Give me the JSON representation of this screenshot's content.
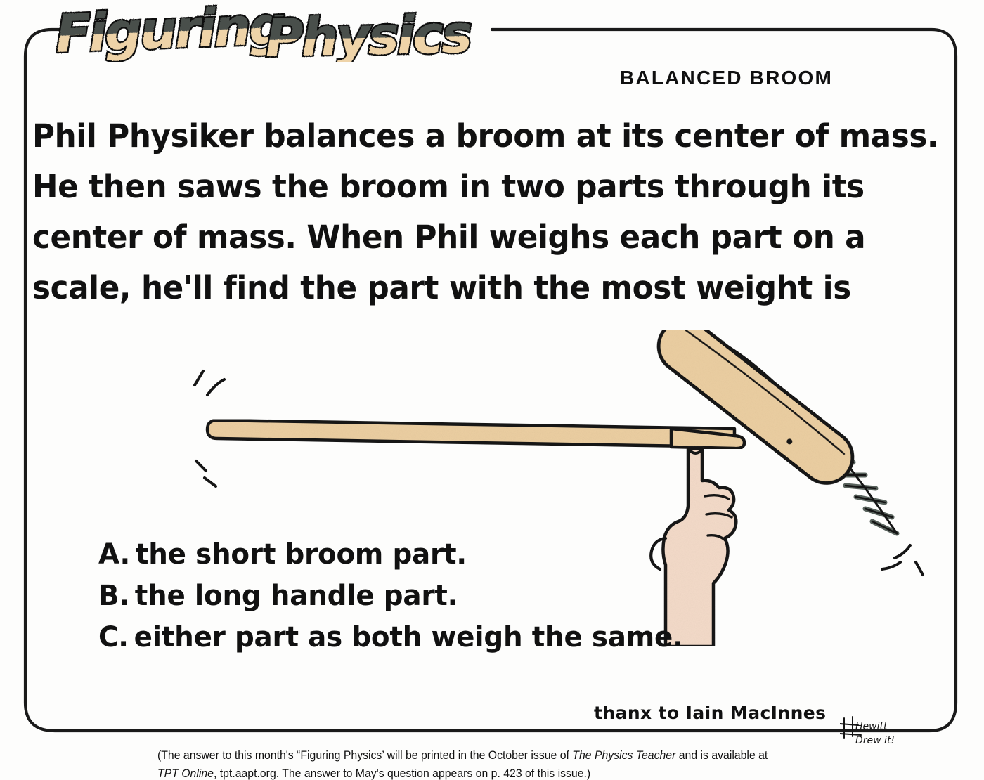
{
  "logo": {
    "text": "Figuring Physics",
    "word1": "Figuring",
    "word2": "Physics",
    "top_color": "#4a504c",
    "bottom_color": "#eed3a8",
    "outline_color": "#111111"
  },
  "header": {
    "title": "BALANCED BROOM"
  },
  "question": {
    "lines": [
      "Phil Physiker balances a broom at its center of mass.",
      "He then saws the broom in two parts through its",
      "center of mass. When Phil weighs each part on a",
      "scale, he'll find the part with the most weight is"
    ]
  },
  "options": [
    {
      "letter": "A.",
      "text": "the short broom part."
    },
    {
      "letter": "B.",
      "text": "the long handle part."
    },
    {
      "letter": "C.",
      "text": "either part as both weigh the same."
    }
  ],
  "credit": {
    "text": "thanx to Iain MacInnes"
  },
  "signature": {
    "line1": "Hewitt",
    "line2": "Drew it!"
  },
  "footer": {
    "line1_a": "(The answer to this month's “Figuring Physics’ will be printed in the October issue of ",
    "line1_italic": "The Physics Teacher",
    "line1_b": " and is available at",
    "line2_italic": "TPT Online",
    "line2_b": ", tpt.aapt.org. The answer to May's question appears on p. 423 of this issue.)"
  },
  "illustration": {
    "description": "Hand balancing a broom on one finger at its center of mass",
    "wood_color": "#eccfa2",
    "bristle_color": "#59635d",
    "skin_color": "#f4dbc9",
    "ink_color": "#151515",
    "parts": [
      "broom-handle",
      "broom-head",
      "broom-bristles",
      "balancing-hand",
      "motion-lines"
    ]
  }
}
